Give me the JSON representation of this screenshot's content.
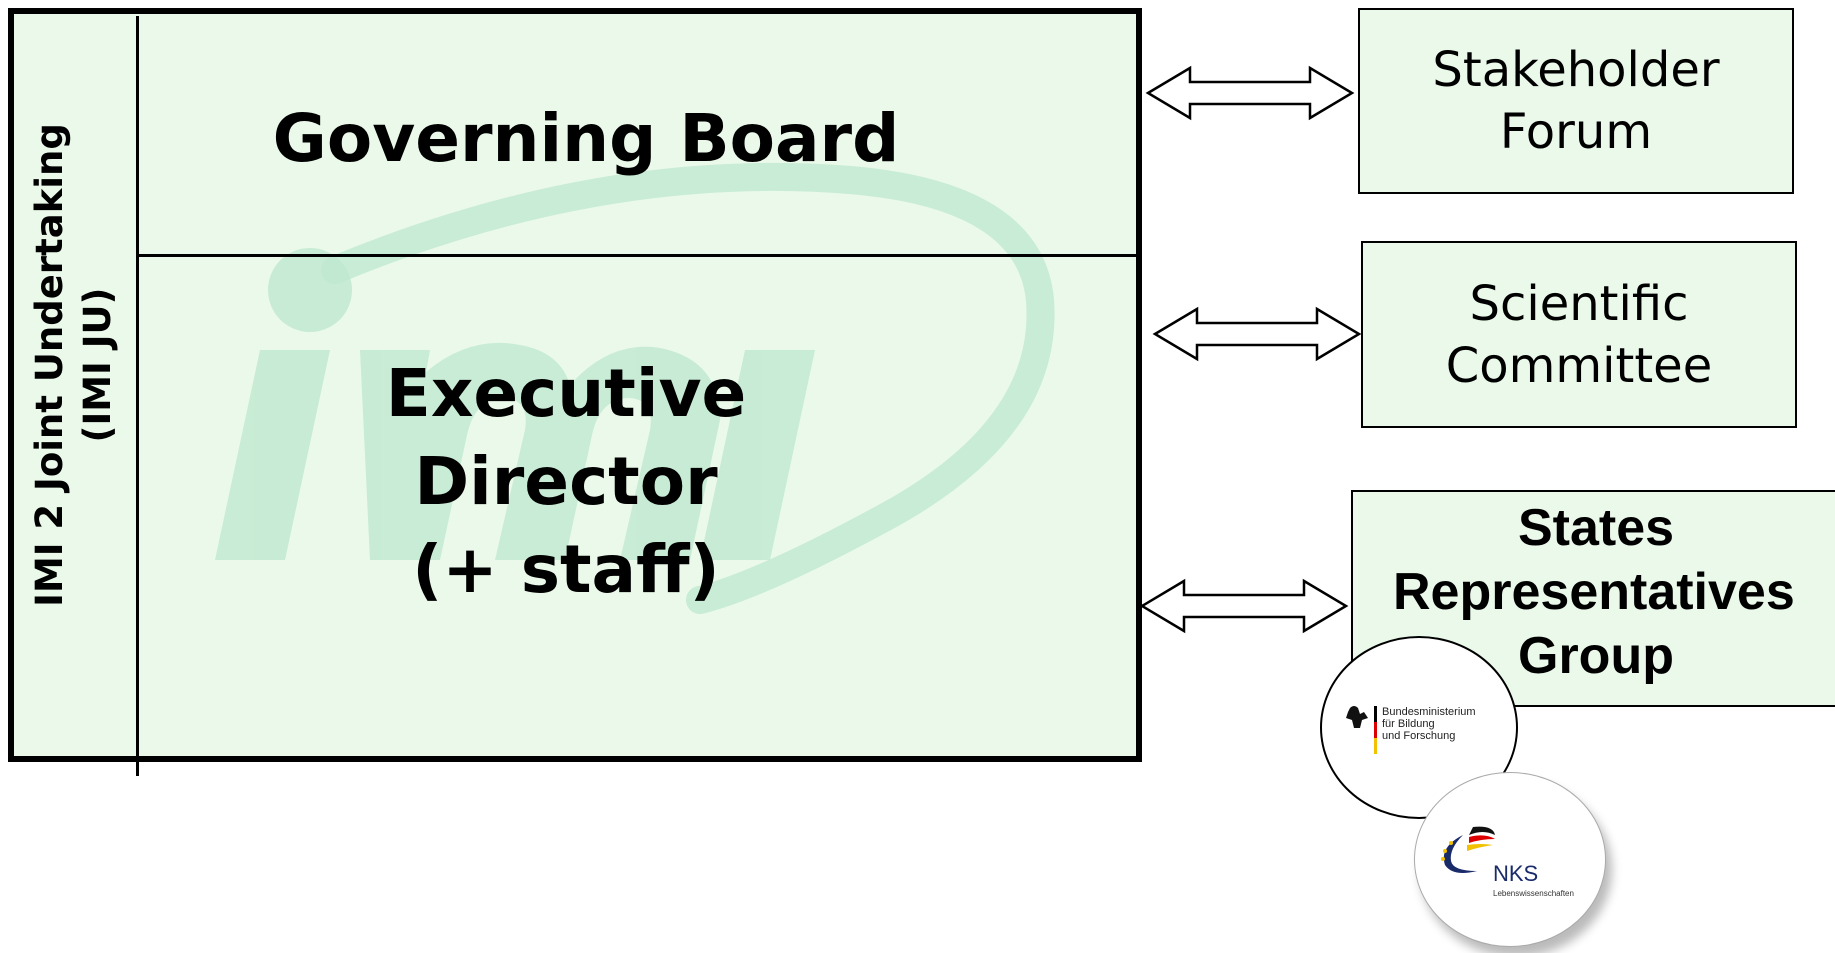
{
  "main": {
    "side_label_line1": "IMI 2 Joint Undertaking",
    "side_label_line2": "(IMI JU)",
    "governing_board": "Governing Board",
    "executive_line1": "Executive",
    "executive_line2": "Director",
    "executive_line3": "(+ staff)",
    "watermark_logo": "imi logo watermark"
  },
  "boxes": {
    "stakeholder_line1": "Stakeholder",
    "stakeholder_line2": "Forum",
    "scientific_line1": "Scientific",
    "scientific_line2": "Committee",
    "states_line1": "States",
    "states_line2": "Representatives",
    "states_line3": "Group"
  },
  "logos": {
    "bmbf_line1": "Bundesministerium",
    "bmbf_line2": "für Bildung",
    "bmbf_line3": "und Forschung",
    "nks_name": "NKS",
    "nks_sub": "Lebenswissenschaften"
  },
  "colors": {
    "box_fill": "#eaf9ea",
    "watermark": "#bfe8cf",
    "border": "#000000"
  }
}
